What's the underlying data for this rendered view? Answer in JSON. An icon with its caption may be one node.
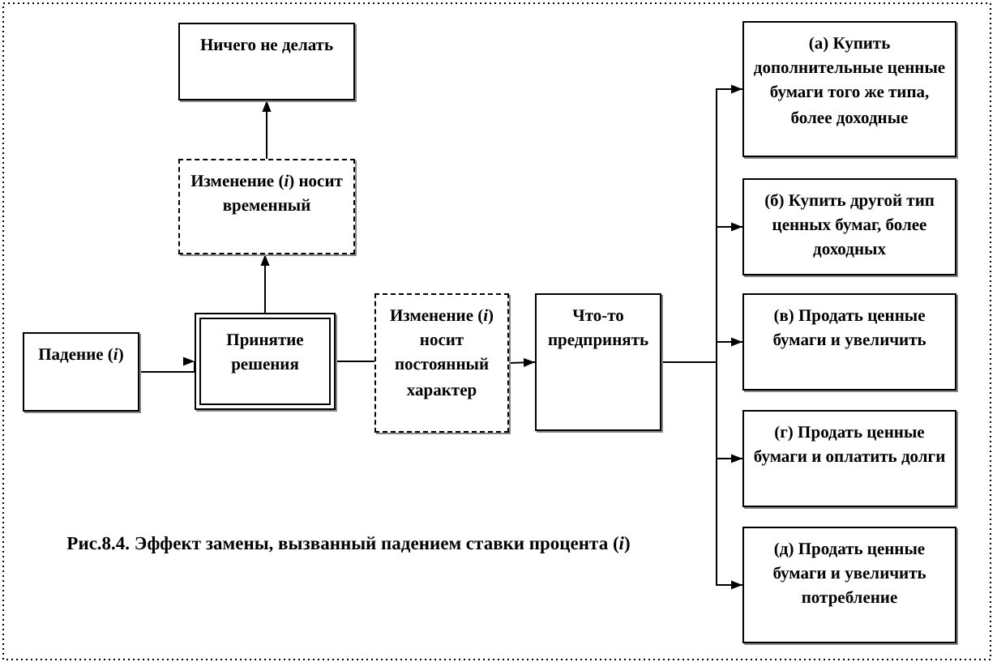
{
  "diagram": {
    "caption": "Рис.8.4. Эффект замены, вызванный падением ставки процента (*i*)",
    "nodes": [
      {
        "text": [
          "Ничего не делать"
        ]
      },
      {
        "text": [
          "Изменение (*i*) носит временный"
        ]
      },
      {
        "text": [
          "Падение (*i*)"
        ]
      },
      {
        "text": [
          "Принятие решения"
        ]
      },
      {
        "text": [
          "Изменение (*i*) носит постоянный характер"
        ]
      },
      {
        "text": [
          "Что-то предпринять"
        ]
      },
      {
        "text": [
          "(а) Купить дополнительные ценные бумаги того же типа, более доходные"
        ]
      },
      {
        "text": [
          "(б) Купить другой тип ценных бумаг, более доходных"
        ]
      },
      {
        "text": [
          "(в) Продать ценные бумаги и увеличить"
        ]
      },
      {
        "text": [
          "(г) Продать ценные бумаги и оплатить долги"
        ]
      },
      {
        "text": [
          "(д) Продать ценные бумаги и увеличить потребление"
        ]
      }
    ],
    "edges": [
      {
        "from": 2,
        "to": 3,
        "arrow": "to"
      },
      {
        "from": 3,
        "to": 1,
        "arrow": "to"
      },
      {
        "from": 1,
        "to": 0,
        "arrow": "to"
      },
      {
        "from": 3,
        "to": 4,
        "arrow": "to"
      },
      {
        "from": 4,
        "to": 5,
        "arrow": "to"
      },
      {
        "from": 5,
        "to": 6,
        "arrow": "to"
      },
      {
        "from": 5,
        "to": 7,
        "arrow": "to"
      },
      {
        "from": 5,
        "to": 8,
        "arrow": "to"
      },
      {
        "from": 5,
        "to": 9,
        "arrow": "to"
      },
      {
        "from": 5,
        "to": 10,
        "arrow": "to"
      }
    ]
  }
}
